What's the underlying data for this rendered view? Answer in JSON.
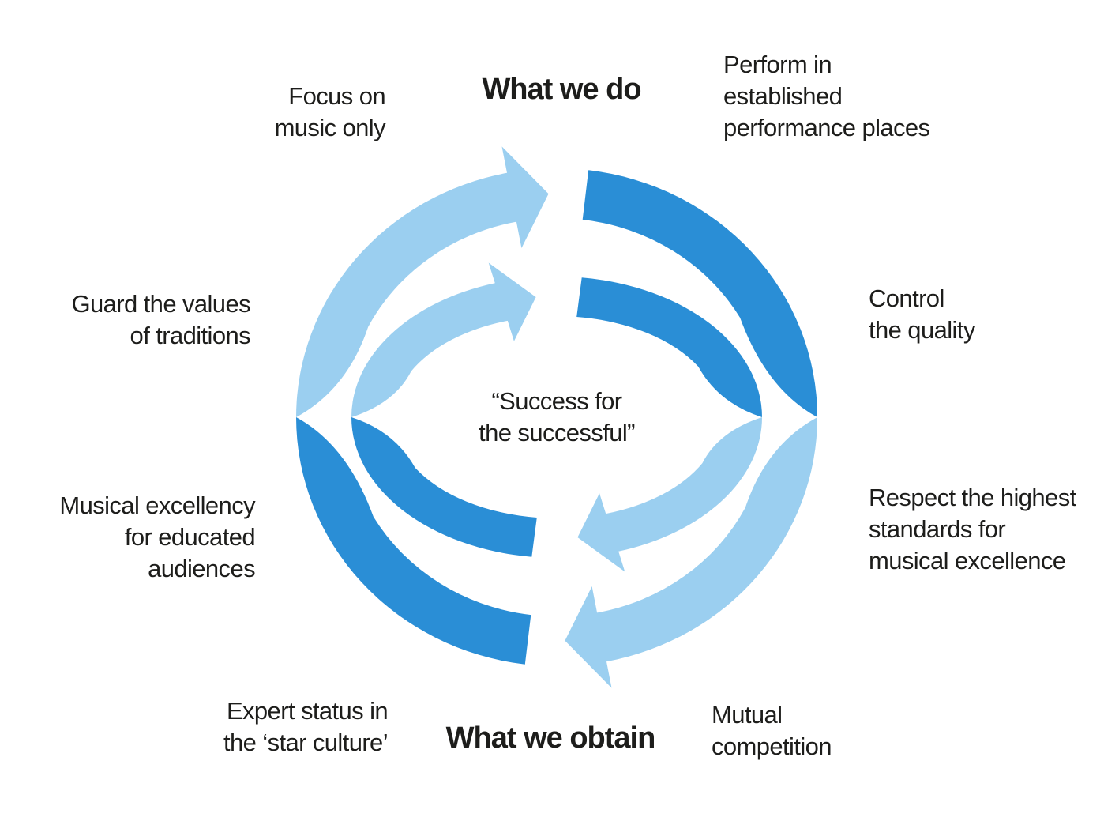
{
  "colors": {
    "background": "#FFFFFF",
    "light_blue": "#9BCFF0",
    "dark_blue": "#2A8ED6",
    "text": "#1D1D1B"
  },
  "headings": {
    "top": "What we do",
    "bottom": "What we obtain"
  },
  "center_quote": {
    "line1": "“Success for",
    "line2": "the successful”"
  },
  "annotations": {
    "focus": {
      "lines": [
        "Focus on",
        "music only"
      ]
    },
    "perform": {
      "lines": [
        "Perform in",
        "established",
        "performance places"
      ]
    },
    "guard": {
      "lines": [
        "Guard the values",
        "of traditions"
      ]
    },
    "control": {
      "lines": [
        "Control",
        "the quality"
      ]
    },
    "musical": {
      "lines": [
        "Musical excellency",
        "for educated",
        "audiences"
      ]
    },
    "respect": {
      "lines": [
        "Respect the highest",
        "standards for",
        "musical excellence"
      ]
    },
    "expert": {
      "lines": [
        "Expert status in",
        "the ‘star culture’"
      ]
    },
    "mutual": {
      "lines": [
        "Mutual",
        "competition"
      ]
    }
  },
  "diagram": {
    "flow_direction": "clockwise",
    "rings": 2,
    "segments": [
      "light-arrow-top-outer",
      "light-arrow-top-inner",
      "dark-arc-right-outer",
      "dark-arc-right-inner",
      "light-arrow-bottom-outer",
      "light-arrow-bottom-inner",
      "dark-arc-left-outer",
      "dark-arc-left-inner"
    ]
  }
}
